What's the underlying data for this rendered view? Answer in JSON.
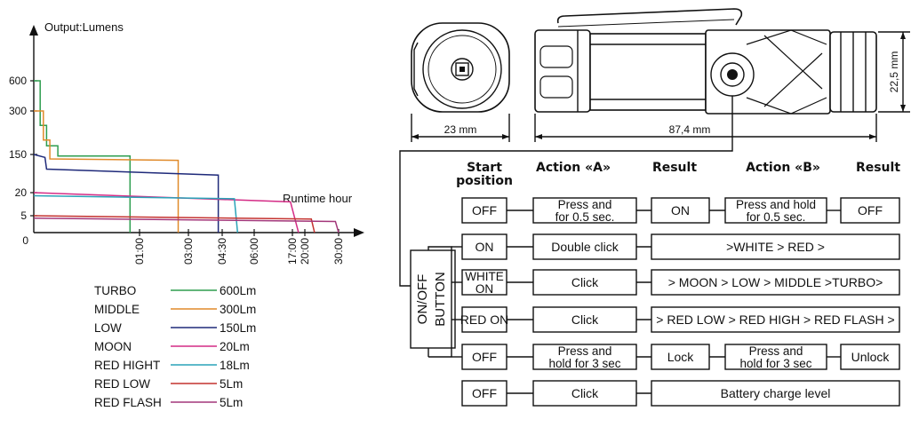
{
  "chart_data": {
    "type": "line",
    "ylabel": "Output:Lumens",
    "xlabel": "Runtime hour",
    "origin_label": "0",
    "y_ticks": [
      "600",
      "300",
      "150",
      "20",
      "5"
    ],
    "x_ticks": [
      "01:00",
      "03:00",
      "04:30",
      "06:00",
      "17:00",
      "20:00",
      "30:00"
    ],
    "series": [
      {
        "name": "TURBO",
        "value_label": "600Lm",
        "color": "#2e9e4f",
        "points": [
          [
            0,
            600
          ],
          [
            0.4,
            600
          ],
          [
            0.4,
            250
          ],
          [
            0.8,
            250
          ],
          [
            0.8,
            180
          ],
          [
            1.5,
            180
          ],
          [
            1.5,
            145
          ],
          [
            6,
            145
          ],
          [
            6,
            0
          ]
        ]
      },
      {
        "name": "MIDDLE",
        "value_label": "300Lm",
        "color": "#e08a2a",
        "points": [
          [
            0,
            300
          ],
          [
            0.6,
            300
          ],
          [
            0.6,
            200
          ],
          [
            1,
            200
          ],
          [
            1,
            135
          ],
          [
            9,
            130
          ],
          [
            9,
            0
          ]
        ]
      },
      {
        "name": "LOW",
        "value_label": "150Lm",
        "color": "#1f2a7a",
        "points": [
          [
            0,
            150
          ],
          [
            0.7,
            140
          ],
          [
            0.8,
            100
          ],
          [
            11.5,
            80
          ],
          [
            11.5,
            0
          ]
        ]
      },
      {
        "name": "MOON",
        "value_label": "20Lm",
        "color": "#d42c86",
        "points": [
          [
            0,
            20
          ],
          [
            16,
            14
          ],
          [
            16.5,
            0
          ]
        ]
      },
      {
        "name": "RED HIGHT",
        "value_label": "18Lm",
        "color": "#2aa3b8",
        "points": [
          [
            0,
            18
          ],
          [
            12.5,
            16
          ],
          [
            12.7,
            0
          ]
        ]
      },
      {
        "name": "RED LOW",
        "value_label": "5Lm",
        "color": "#c4322f",
        "points": [
          [
            0,
            5
          ],
          [
            17.3,
            4
          ],
          [
            17.5,
            0
          ]
        ]
      },
      {
        "name": "RED FLASH",
        "value_label": "5Lm",
        "color": "#a3377a",
        "points": [
          [
            0,
            4.3
          ],
          [
            18.8,
            3.3
          ],
          [
            19,
            0
          ]
        ]
      }
    ]
  },
  "dimensions": {
    "front_diameter": "23 mm",
    "body_length": "87,4 mm",
    "body_height": "22,5 mm"
  },
  "table": {
    "headers": {
      "start": "Start",
      "position": "position",
      "action_a": "Action «A»",
      "result1": "Result",
      "action_b": "Action «B»",
      "result2": "Result"
    },
    "button_label_1": "ON/OFF",
    "button_label_2": "BUTTON",
    "rows": [
      {
        "start": [
          "OFF"
        ],
        "action_a": [
          "Press and",
          "for 0.5 sec."
        ],
        "result": [
          "ON"
        ],
        "action_b": [
          "Press and hold",
          "for 0.5 sec."
        ],
        "result2": [
          "OFF"
        ]
      },
      {
        "start": [
          "ON"
        ],
        "action_a": [
          "Double click"
        ],
        "result": [
          ">WHITE > RED >"
        ]
      },
      {
        "start": [
          "WHITE",
          "ON"
        ],
        "action_a": [
          "Click"
        ],
        "result": [
          "> MOON > LOW > MIDDLE >TURBO>"
        ]
      },
      {
        "start": [
          "RED ON"
        ],
        "action_a": [
          "Click"
        ],
        "result": [
          "> RED LOW > RED HIGH > RED FLASH >"
        ]
      },
      {
        "start": [
          "OFF"
        ],
        "action_a": [
          "Press and",
          "hold for 3 sec"
        ],
        "result": [
          "Lock"
        ],
        "action_b": [
          "Press and",
          "hold for 3 sec"
        ],
        "result2": [
          "Unlock"
        ]
      },
      {
        "start": [
          "OFF"
        ],
        "action_a": [
          "Click"
        ],
        "result": [
          "Battery charge level"
        ]
      }
    ]
  }
}
